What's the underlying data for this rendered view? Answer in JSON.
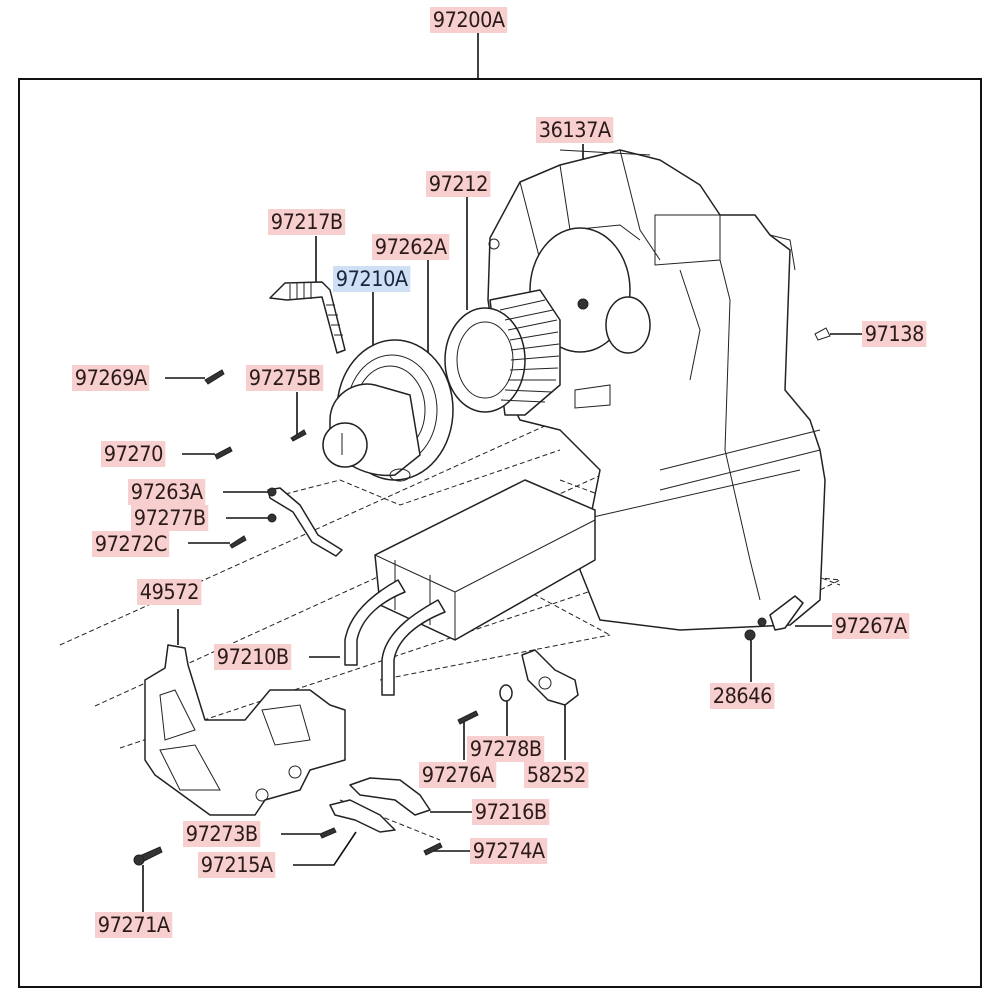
{
  "diagram": {
    "title": "Heater & blower unit exploded parts diagram",
    "assembly_label": "97200A",
    "selected_part": "97210A",
    "colors": {
      "label_background": "#f7cfcf",
      "selected_label_background": "#cfe0f4",
      "line_color": "#111111"
    },
    "part_labels": [
      {
        "id": "97200A",
        "text": "97200A",
        "selected": false
      },
      {
        "id": "36137A",
        "text": "36137A",
        "selected": false
      },
      {
        "id": "97212",
        "text": "97212",
        "selected": false
      },
      {
        "id": "97217B",
        "text": "97217B",
        "selected": false
      },
      {
        "id": "97262A",
        "text": "97262A",
        "selected": false
      },
      {
        "id": "97210A",
        "text": "97210A",
        "selected": true
      },
      {
        "id": "97138",
        "text": "97138",
        "selected": false
      },
      {
        "id": "97269A",
        "text": "97269A",
        "selected": false
      },
      {
        "id": "97275B",
        "text": "97275B",
        "selected": false
      },
      {
        "id": "97270",
        "text": "97270",
        "selected": false
      },
      {
        "id": "97263A",
        "text": "97263A",
        "selected": false
      },
      {
        "id": "97277B",
        "text": "97277B",
        "selected": false
      },
      {
        "id": "97272C",
        "text": "97272C",
        "selected": false
      },
      {
        "id": "49572",
        "text": "49572",
        "selected": false
      },
      {
        "id": "97210B",
        "text": "97210B",
        "selected": false
      },
      {
        "id": "97267A",
        "text": "97267A",
        "selected": false
      },
      {
        "id": "28646",
        "text": "28646",
        "selected": false
      },
      {
        "id": "97278B",
        "text": "97278B",
        "selected": false
      },
      {
        "id": "97276A",
        "text": "97276A",
        "selected": false
      },
      {
        "id": "58252",
        "text": "58252",
        "selected": false
      },
      {
        "id": "97216B",
        "text": "97216B",
        "selected": false
      },
      {
        "id": "97273B",
        "text": "97273B",
        "selected": false
      },
      {
        "id": "97274A",
        "text": "97274A",
        "selected": false
      },
      {
        "id": "97215A",
        "text": "97215A",
        "selected": false
      },
      {
        "id": "97271A",
        "text": "97271A",
        "selected": false
      }
    ]
  }
}
